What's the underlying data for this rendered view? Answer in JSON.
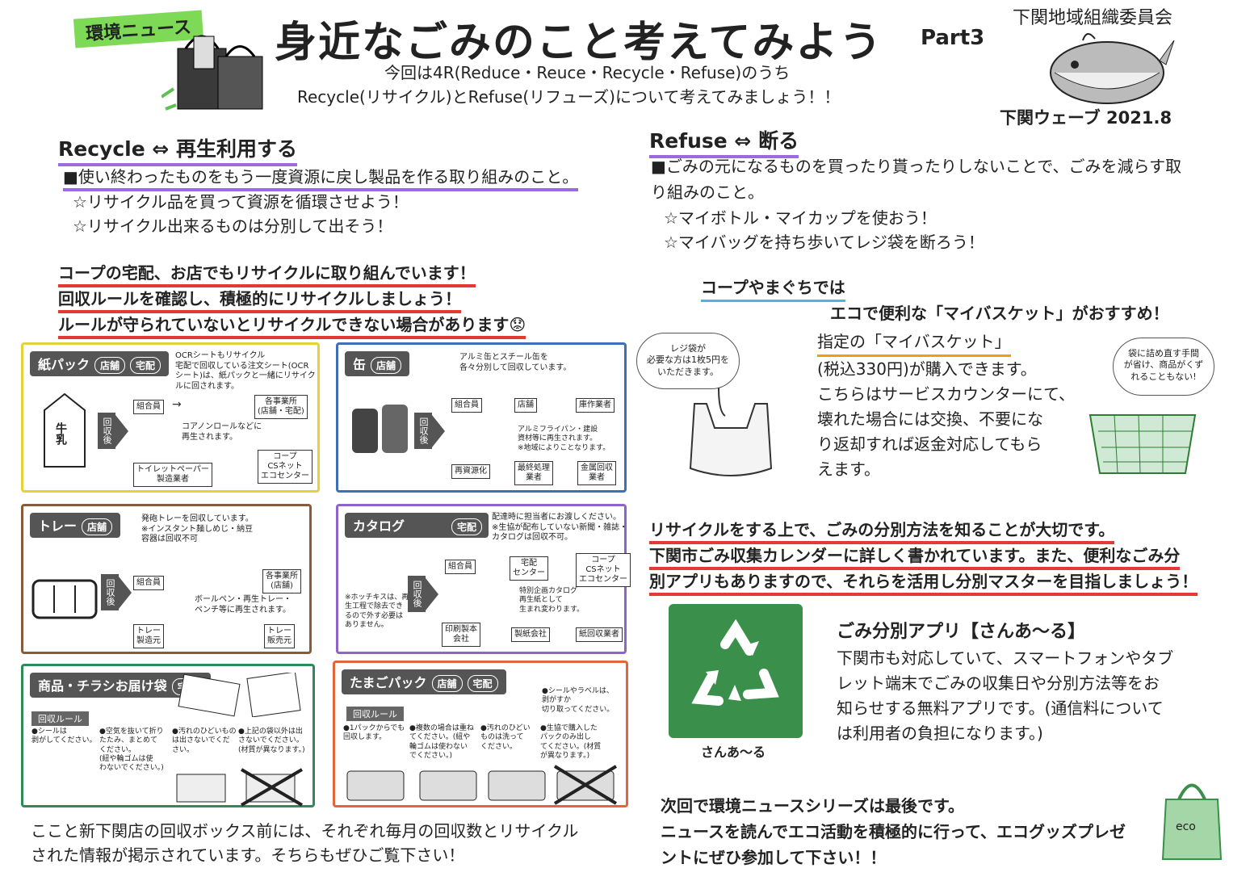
{
  "header": {
    "news_tag": "環境ニュース",
    "title": "身近なごみのこと考えてみよう",
    "part": "Part3",
    "org": "下関地域組織委員会",
    "wave": "下関ウェーブ 2021.8",
    "intro_line1": "今回は4R(Reduce・Reuce・Recycle・Refuse)のうち",
    "intro_line2": "Recycle(リサイクル)とRefuse(リフューズ)について考えてみましょう！！"
  },
  "recycle": {
    "heading": "Recycle ⇔ 再生利用する",
    "desc": "■使い終わったものをもう一度資源に戻し製品を作る取り組みのこと。",
    "tip1": "☆リサイクル品を買って資源を循環させよう！",
    "tip2": "☆リサイクル出来るものは分別して出そう！",
    "coop1": "コープの宅配、お店でもリサイクルに取り組んでいます！",
    "coop2": "回収ルールを確認し、積極的にリサイクルしましょう！",
    "coop3": "ルールが守られていないとリサイクルできない場合があります😟"
  },
  "refuse": {
    "heading": "Refuse ⇔ 断る",
    "desc1": "■ごみの元になるものを買ったり貰ったりしないことで、ごみを減らす取",
    "desc2": "り組みのこと。",
    "tip1": "☆マイボトル・マイカップを使おう！",
    "tip2": "☆マイバッグを持ち歩いてレジ袋を断ろう！"
  },
  "basket": {
    "intro": "コープやまぐちでは",
    "recommend": "エコで便利な「マイバスケット」がおすすめ！",
    "lines": [
      "指定の「マイバスケット」",
      "(税込330円)が購入できます。",
      "こちらはサービスカウンターにて、",
      "壊れた場合には交換、不要にな",
      "り返却すれば返金対応してもら",
      "えます。"
    ],
    "bubble_left": [
      "レジ袋が",
      "必要な方は1枚5円を",
      "いただきます。"
    ],
    "bubble_right": [
      "袋に詰め直す手間",
      "が省け、商品がくず",
      "れることもない!"
    ]
  },
  "sorting": {
    "line1": "リサイクルをする上で、ごみの分別方法を知ることが大切です。",
    "line2": "下関市ごみ収集カレンダーに詳しく書かれています。また、便利なごみ分",
    "line3": "別アプリもありますので、それらを活用し分別マスターを目指しましょう！"
  },
  "app": {
    "title": "ごみ分別アプリ【さんあ〜る】",
    "caption": "さんあ〜る",
    "lines": [
      "下関市も対応していて、スマートフォンやタブ",
      "レット端末でごみの収集日や分別方法等をお",
      "知らせする無料アプリです。(通信料について",
      "は利用者の負担になります。)"
    ]
  },
  "next": {
    "line1": "次回で環境ニュースシリーズは最後です。",
    "line2": "ニュースを読んでエコ活動を積極的に行って、エコグッズプレゼ",
    "line3": "ントにぜひ参加して下さい！！",
    "bag_label": "eco"
  },
  "footer": {
    "line1": "ここと新下関店の回収ボックス前には、それぞれ毎月の回収数とリサイクル",
    "line2": "された情報が掲示されています。そちらもぜひご覧下さい！"
  },
  "panels": {
    "milk": {
      "title": "紙パック",
      "tag1": "店舗",
      "tag2": "宅配",
      "note": [
        "OCRシートもリサイクル",
        "宅配で回収している注文シート(OCR",
        "シート)は、紙パックと一緒にリサイク",
        "ルに回されます。"
      ],
      "arrow": "回収後",
      "carton": "牛乳",
      "b1": "組合員",
      "b2": "各事業所\n(店舗・宅配)",
      "b3": "コープ\nCSネット\nエコセンター",
      "b4": "トイレットペーパー\n製造業者",
      "mid": "コアノンロールなどに\n再生されます。"
    },
    "can": {
      "title": "缶",
      "tag1": "店舗",
      "note": [
        "アルミ缶とスチール缶を",
        "各々分別して回収しています。"
      ],
      "arrow": "回収後",
      "b1": "組合員",
      "b2": "店舗",
      "b3": "庫作業者",
      "b4": "金属回収\n業者",
      "b5": "最終処理\n業者",
      "b6": "再資源化",
      "mid": "アルミフライパン・建設\n資材等に再生されます。\n※地域によりことなります。"
    },
    "tray": {
      "title": "トレー",
      "tag1": "店舗",
      "note": [
        "発砲トレーを回収しています。",
        "※インスタント麺しめじ・納豆",
        "容器は回収不可"
      ],
      "arrow": "回収後",
      "b1": "組合員",
      "b2": "各事業所\n(店舗)",
      "b3": "トレー\n販売元",
      "b4": "トレー\n製造元",
      "mid": "ボールペン・再生トレー・\nペンチ等に再生されます。"
    },
    "catalog": {
      "title": "カタログ",
      "tag1": "宅配",
      "note": [
        "配達時に担当者にお渡しください。",
        "※生協が配布していない新聞・雑誌・",
        "カタログは回収不可。"
      ],
      "arrow": "回収後",
      "b1": "組合員",
      "b2": "宅配\nセンター",
      "b3": "コープ\nCSネット\nエコセンター",
      "b4": "紙回収業者",
      "b5": "製紙会社",
      "b6": "印刷製本\n会社",
      "mid": "特別企画カタログ\n再生紙として\n生まれ変わります。",
      "left_note": "※ホッチキスは、再\n生工程で除去でき\nるので外す必要は\nありません。"
    },
    "bag": {
      "title": "商品・チラシお届け袋",
      "tag1": "宅配",
      "rule": "回収ルール",
      "r1": "●シールは\n剥がしてください。",
      "r2": "●空気を抜いて折り\nたたみ、まとめて\nください。\n(紐や輪ゴムは使\nわないでください。)",
      "r3": "●汚れのひどいもの\nは出さないでくだ\nさい。",
      "r4": "●上記の袋以外は出\nさないでください。\n(材質が異なります。)"
    },
    "egg": {
      "title": "たまごパック",
      "tag1": "店舗",
      "tag2": "宅配",
      "rule": "回収ルール",
      "r0": "●シールやラベルは、\n剥がすか\n切り取ってください。",
      "r1": "●1パックからでも\n回収します。",
      "r2": "●複数の場合は重ね\nてください。(紐や\n輪ゴムは使わない\nでください。)",
      "r3": "●汚れのひどい\nものは洗って\nください。",
      "r4": "●生協で購入した\nパックのみ出し\nてください。(材質\nが異なります。)"
    }
  },
  "colors": {
    "milk": "#e3d23a",
    "can": "#3f6fb5",
    "tray": "#8a5a3c",
    "catalog": "#8e64c9",
    "bag": "#2e8b57",
    "egg": "#e0673a",
    "red": "#e53935",
    "green": "#3a8f4a"
  }
}
